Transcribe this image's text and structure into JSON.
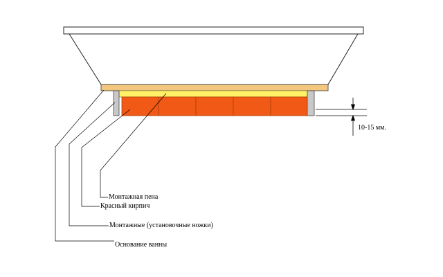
{
  "labels": {
    "foam": "Монтажная пена",
    "brick": "Красный кирпич",
    "legs": "Монтажные (установочные ножки)",
    "base": "Основание ванны",
    "gap": "10-15 мм."
  },
  "colors": {
    "tub_outline": "#222222",
    "tub_fill": "#ffffff",
    "tub_base_board": "#f3c77e",
    "foam": "#fff066",
    "brick": "#f05a16",
    "brick_joint": "#b03a08",
    "leg": "#c8c8c8",
    "leader_line": "#000000"
  },
  "brick_count": 5
}
